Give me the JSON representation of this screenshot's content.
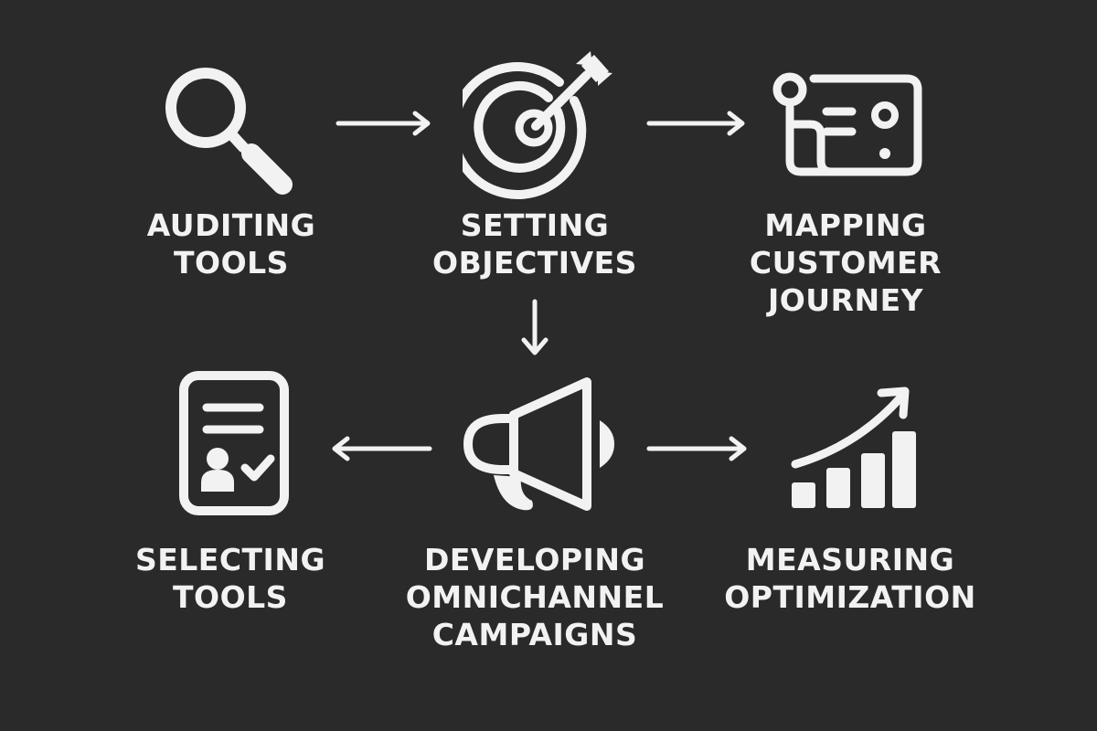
{
  "colors": {
    "background": "#2a2a2a",
    "foreground": "#f2f2f2"
  },
  "steps": [
    {
      "icon": "magnifying-glass-icon",
      "lines": [
        "AUDITING",
        "TOOLS"
      ]
    },
    {
      "icon": "target-icon",
      "lines": [
        "SETTING",
        "OBJECTIVES"
      ]
    },
    {
      "icon": "journey-map-icon",
      "lines": [
        "MAPPING",
        "CUSTOMER",
        "JOURNEY"
      ]
    },
    {
      "icon": "document-check-icon",
      "lines": [
        "SELECTING",
        "TOOLS"
      ]
    },
    {
      "icon": "megaphone-icon",
      "lines": [
        "DEVELOPING",
        "OMNICHANNEL",
        "CAMPAIGNS"
      ]
    },
    {
      "icon": "growth-chart-icon",
      "lines": [
        "MEASURING",
        "OPTIMIZATION"
      ]
    }
  ],
  "arrows": [
    {
      "from": "auditing-tools",
      "to": "setting-objectives",
      "direction": "right"
    },
    {
      "from": "setting-objectives",
      "to": "mapping-customer-journey",
      "direction": "right"
    },
    {
      "from": "setting-objectives",
      "to": "developing-omnichannel-campaigns",
      "direction": "down"
    },
    {
      "from": "developing-omnichannel-campaigns",
      "to": "selecting-tools",
      "direction": "left"
    },
    {
      "from": "developing-omnichannel-campaigns",
      "to": "measuring-optimization",
      "direction": "right"
    }
  ]
}
